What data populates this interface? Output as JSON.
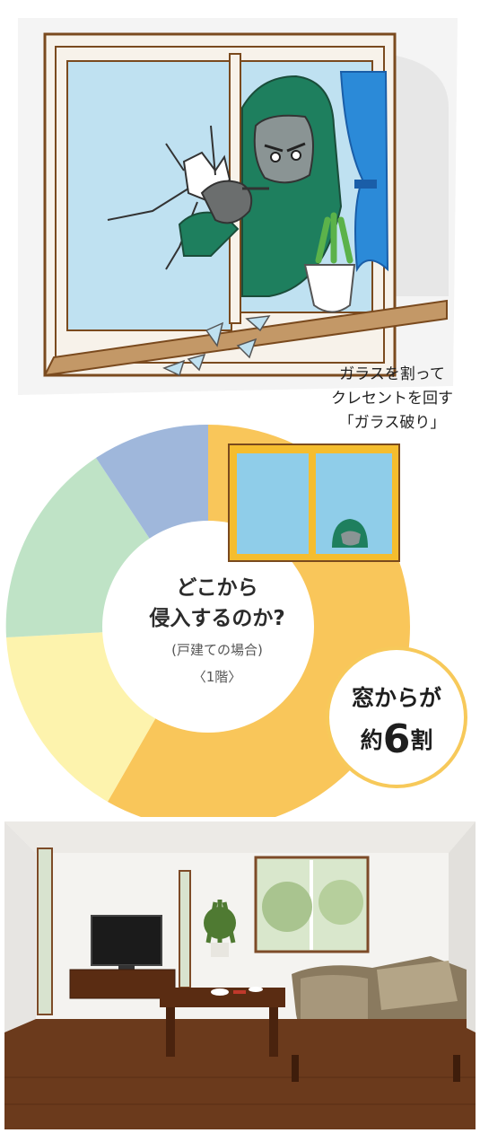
{
  "caption": {
    "line1": "ガラスを割って",
    "line2": "クレセントを回す",
    "line3": "「ガラス破り」"
  },
  "pie": {
    "question": "どこから侵入するのか?",
    "question_line1": "どこから",
    "question_line2": "侵入するのか?",
    "note": "(戸建ての場合)",
    "floor": "〈1階〉",
    "callout_line1": "窓からが",
    "callout_prefix": "約",
    "callout_value": "6",
    "callout_suffix": "割",
    "colors": {
      "window": "#f9c65a",
      "yellow_light": "#fdf3ad",
      "green": "#bfe3c6",
      "blue": "#9fb7db",
      "frame": "#f5bd2e"
    }
  }
}
